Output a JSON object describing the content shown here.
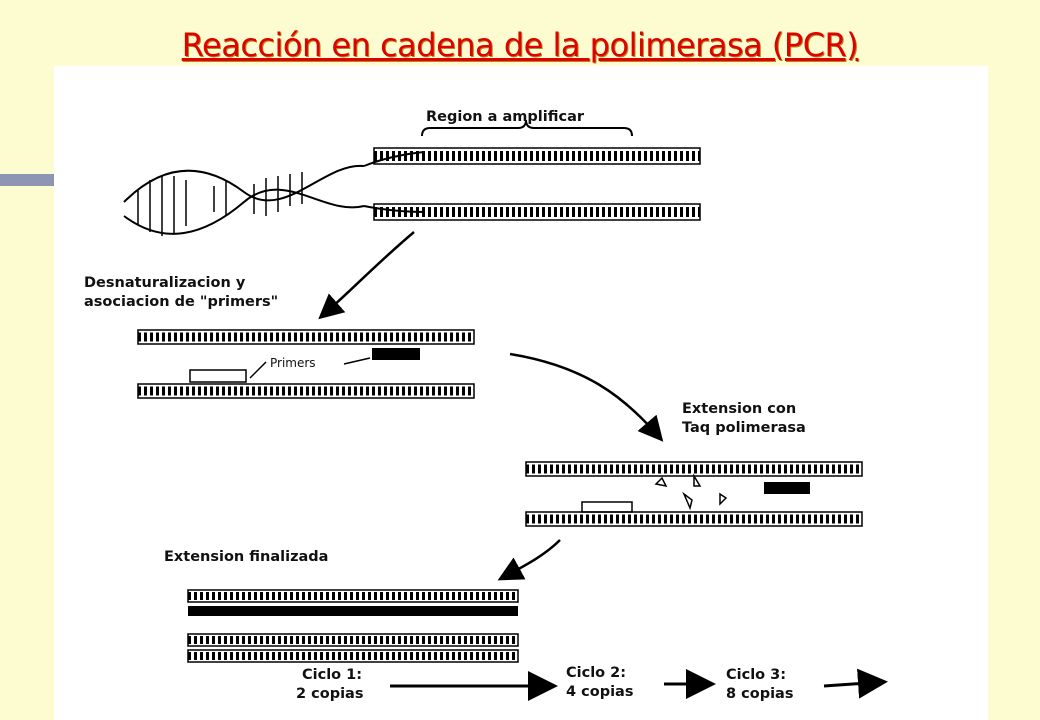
{
  "slide": {
    "title": "Reacción en cadena de la polimerasa (PCR)"
  },
  "diagram": {
    "region_label": "Region a amplificar",
    "step1_label_line1": "Desnaturalizacion y",
    "step1_label_line2": "asociacion de \"primers\"",
    "primers_label": "Primers",
    "step2_label_line1": "Extension con",
    "step2_label_line2": "Taq polimerasa",
    "step3_label": "Extension finalizada",
    "cycles": [
      {
        "line1": "Ciclo 1:",
        "line2": "2 copias"
      },
      {
        "line1": "Ciclo 2:",
        "line2": "4 copias"
      },
      {
        "line1": "Ciclo 3:",
        "line2": "8 copias"
      }
    ]
  }
}
